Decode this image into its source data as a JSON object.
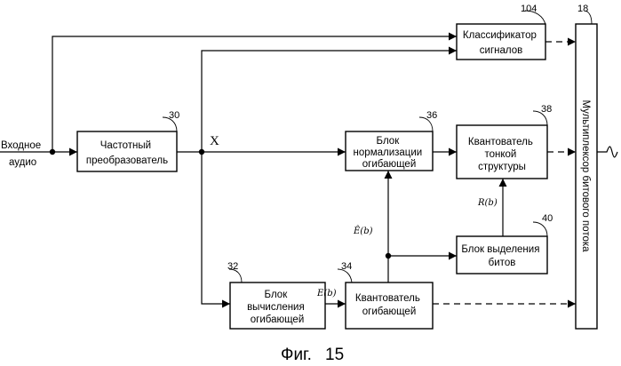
{
  "input_label": [
    "Входное",
    "аудио"
  ],
  "blocks": {
    "classifier": {
      "ref": "104",
      "lines": [
        "Классификатор",
        "сигналов"
      ]
    },
    "freq_transformer": {
      "ref": "30",
      "lines": [
        "Частотный",
        "преобразователь"
      ]
    },
    "envelope_normalization": {
      "ref": "36",
      "lines": [
        "Блок",
        "нормализации",
        "огибающей"
      ]
    },
    "fine_structure_quantizer": {
      "ref": "38",
      "lines": [
        "Квантователь",
        "тонкой",
        "структуры"
      ]
    },
    "bit_allocation": {
      "ref": "40",
      "lines": [
        "Блок выделения",
        "битов"
      ]
    },
    "envelope_calculation": {
      "ref": "32",
      "lines": [
        "Блок",
        "вычисления",
        "огибающей"
      ]
    },
    "envelope_quantizer": {
      "ref": "34",
      "lines": [
        "Квантователь",
        "огибающей"
      ]
    },
    "bitstream_multiplexer": {
      "ref": "18",
      "label": "Мультиплексор битового потока"
    }
  },
  "signals": {
    "x": "X",
    "e_hat": "Ê(b)",
    "r": "R(b)",
    "e": "E(b)"
  },
  "caption": {
    "prefix": "Фиг.",
    "number": "15"
  }
}
